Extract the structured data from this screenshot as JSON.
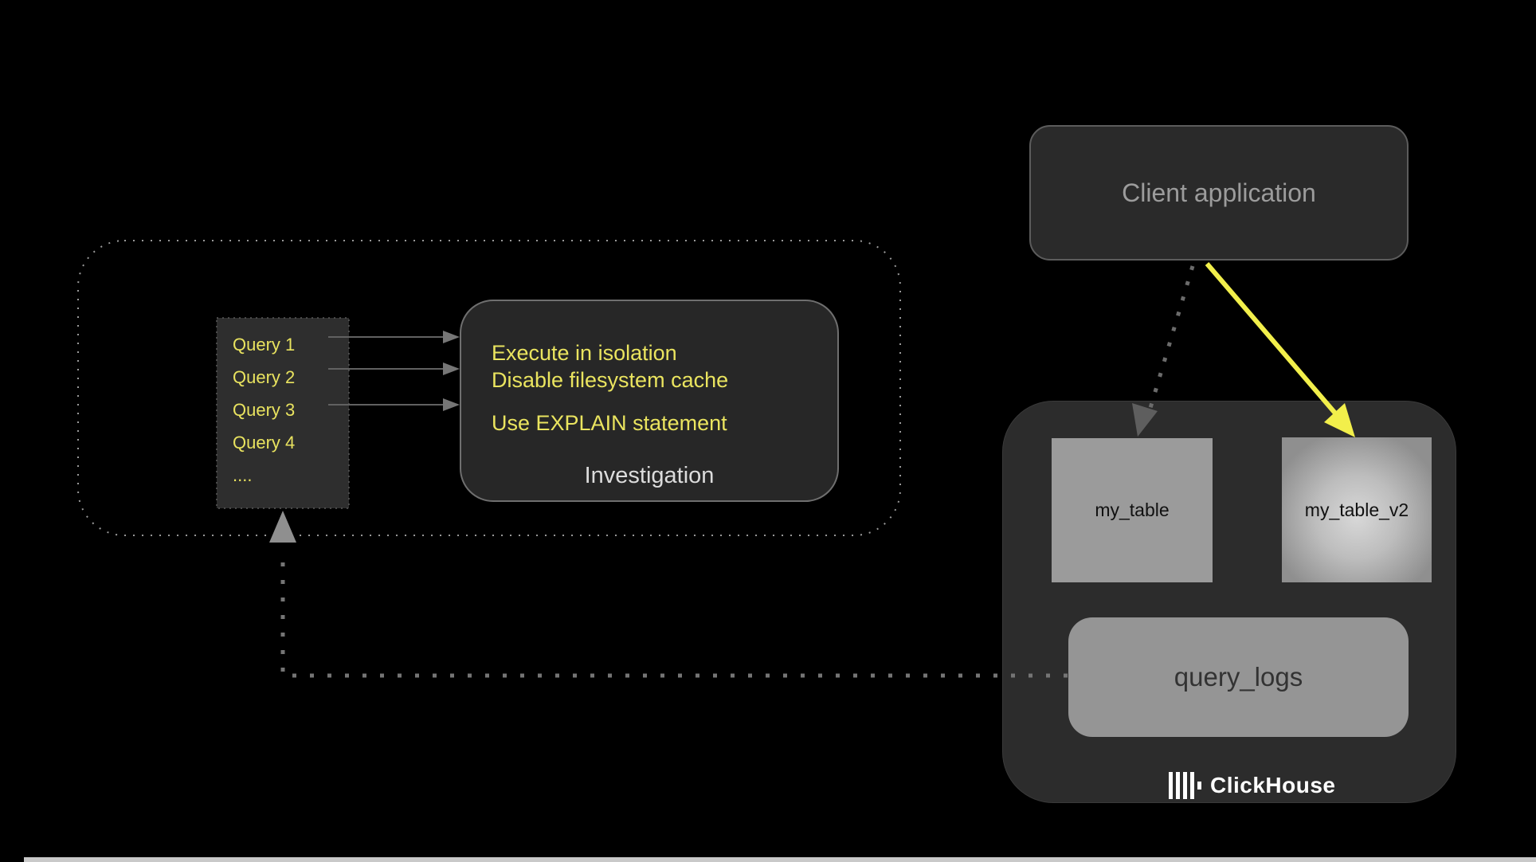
{
  "queries": {
    "items": [
      "Query 1",
      "Query 2",
      "Query 3",
      "Query 4",
      "...."
    ]
  },
  "investigation": {
    "lines": [
      "Execute in isolation",
      "Disable filesystem cache",
      "Use EXPLAIN statement"
    ],
    "caption": "Investigation"
  },
  "client": {
    "label": "Client application"
  },
  "clickhouse": {
    "tables": [
      {
        "label": "my_table"
      },
      {
        "label": "my_table_v2"
      }
    ],
    "query_logs": {
      "label": "query_logs"
    },
    "brand": {
      "label": "ClickHouse"
    }
  },
  "colors": {
    "background": "#000000",
    "accent_yellow_text": "#e9e35f",
    "arrow_yellow": "#f2ef4b",
    "node_dark_gray": "#2c2c2c",
    "node_light_gray": "#9b9b9b",
    "dotted_gray": "#8a8a8a",
    "brand_white": "#ffffff"
  }
}
